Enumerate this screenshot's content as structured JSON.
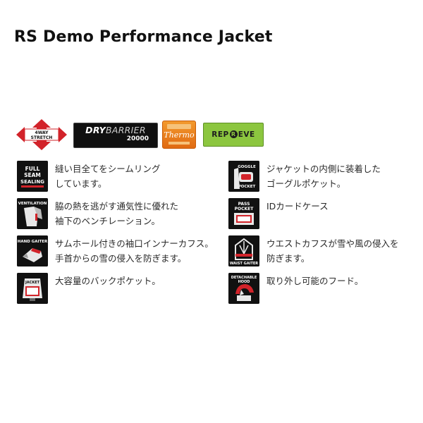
{
  "page": {
    "title": "RS Demo Performance Jacket"
  },
  "logos": {
    "four_way": {
      "line1": "4WAY",
      "line2": "STRETCH"
    },
    "dry_barrier": {
      "main_bold": "DRY",
      "main_light": "BARRIER",
      "number": "20000"
    },
    "thermo": {
      "word": "Thermo"
    },
    "repreve": {
      "left": "REP",
      "r": "R",
      "right": "EVE"
    },
    "colors": {
      "thermo": "#e8781a",
      "repreve": "#8cc63f"
    }
  },
  "features": {
    "left": [
      {
        "icon": "full-seam-sealing-icon",
        "icon_label": "FULL SEAM SEALING",
        "lines": [
          "縫い目全てをシームリング",
          "しています。"
        ]
      },
      {
        "icon": "ventilation-icon",
        "icon_label": "VENTILATION",
        "lines": [
          "脇の熱を逃がす通気性に優れた",
          "袖下のベンチレーション。"
        ]
      },
      {
        "icon": "hand-gaiter-icon",
        "icon_label": "HAND GAITER",
        "lines": [
          "サムホール付きの袖口インナーカフス。",
          "手首からの雪の侵入を防ぎます。"
        ]
      },
      {
        "icon": "jacket-back-pocket-icon",
        "icon_label": "JACKET",
        "lines": [
          "大容量のバックポケット。"
        ]
      }
    ],
    "right": [
      {
        "icon": "goggle-pocket-icon",
        "icon_label": "GOGGLE POCKET",
        "lines": [
          "ジャケットの内側に装着した",
          "ゴーグルポケット。"
        ]
      },
      {
        "icon": "pass-pocket-icon",
        "icon_label": "PASS POCKET",
        "lines": [
          "IDカードケース"
        ]
      },
      {
        "icon": "waist-gaiter-icon",
        "icon_label": "WAIST GAITER",
        "lines": [
          "ウエストカフスが雪や風の侵入を",
          "防ぎます。"
        ]
      },
      {
        "icon": "detachable-hood-icon",
        "icon_label": "DETACHABLE HOOD",
        "lines": [
          "取り外し可能のフード。"
        ]
      }
    ]
  }
}
